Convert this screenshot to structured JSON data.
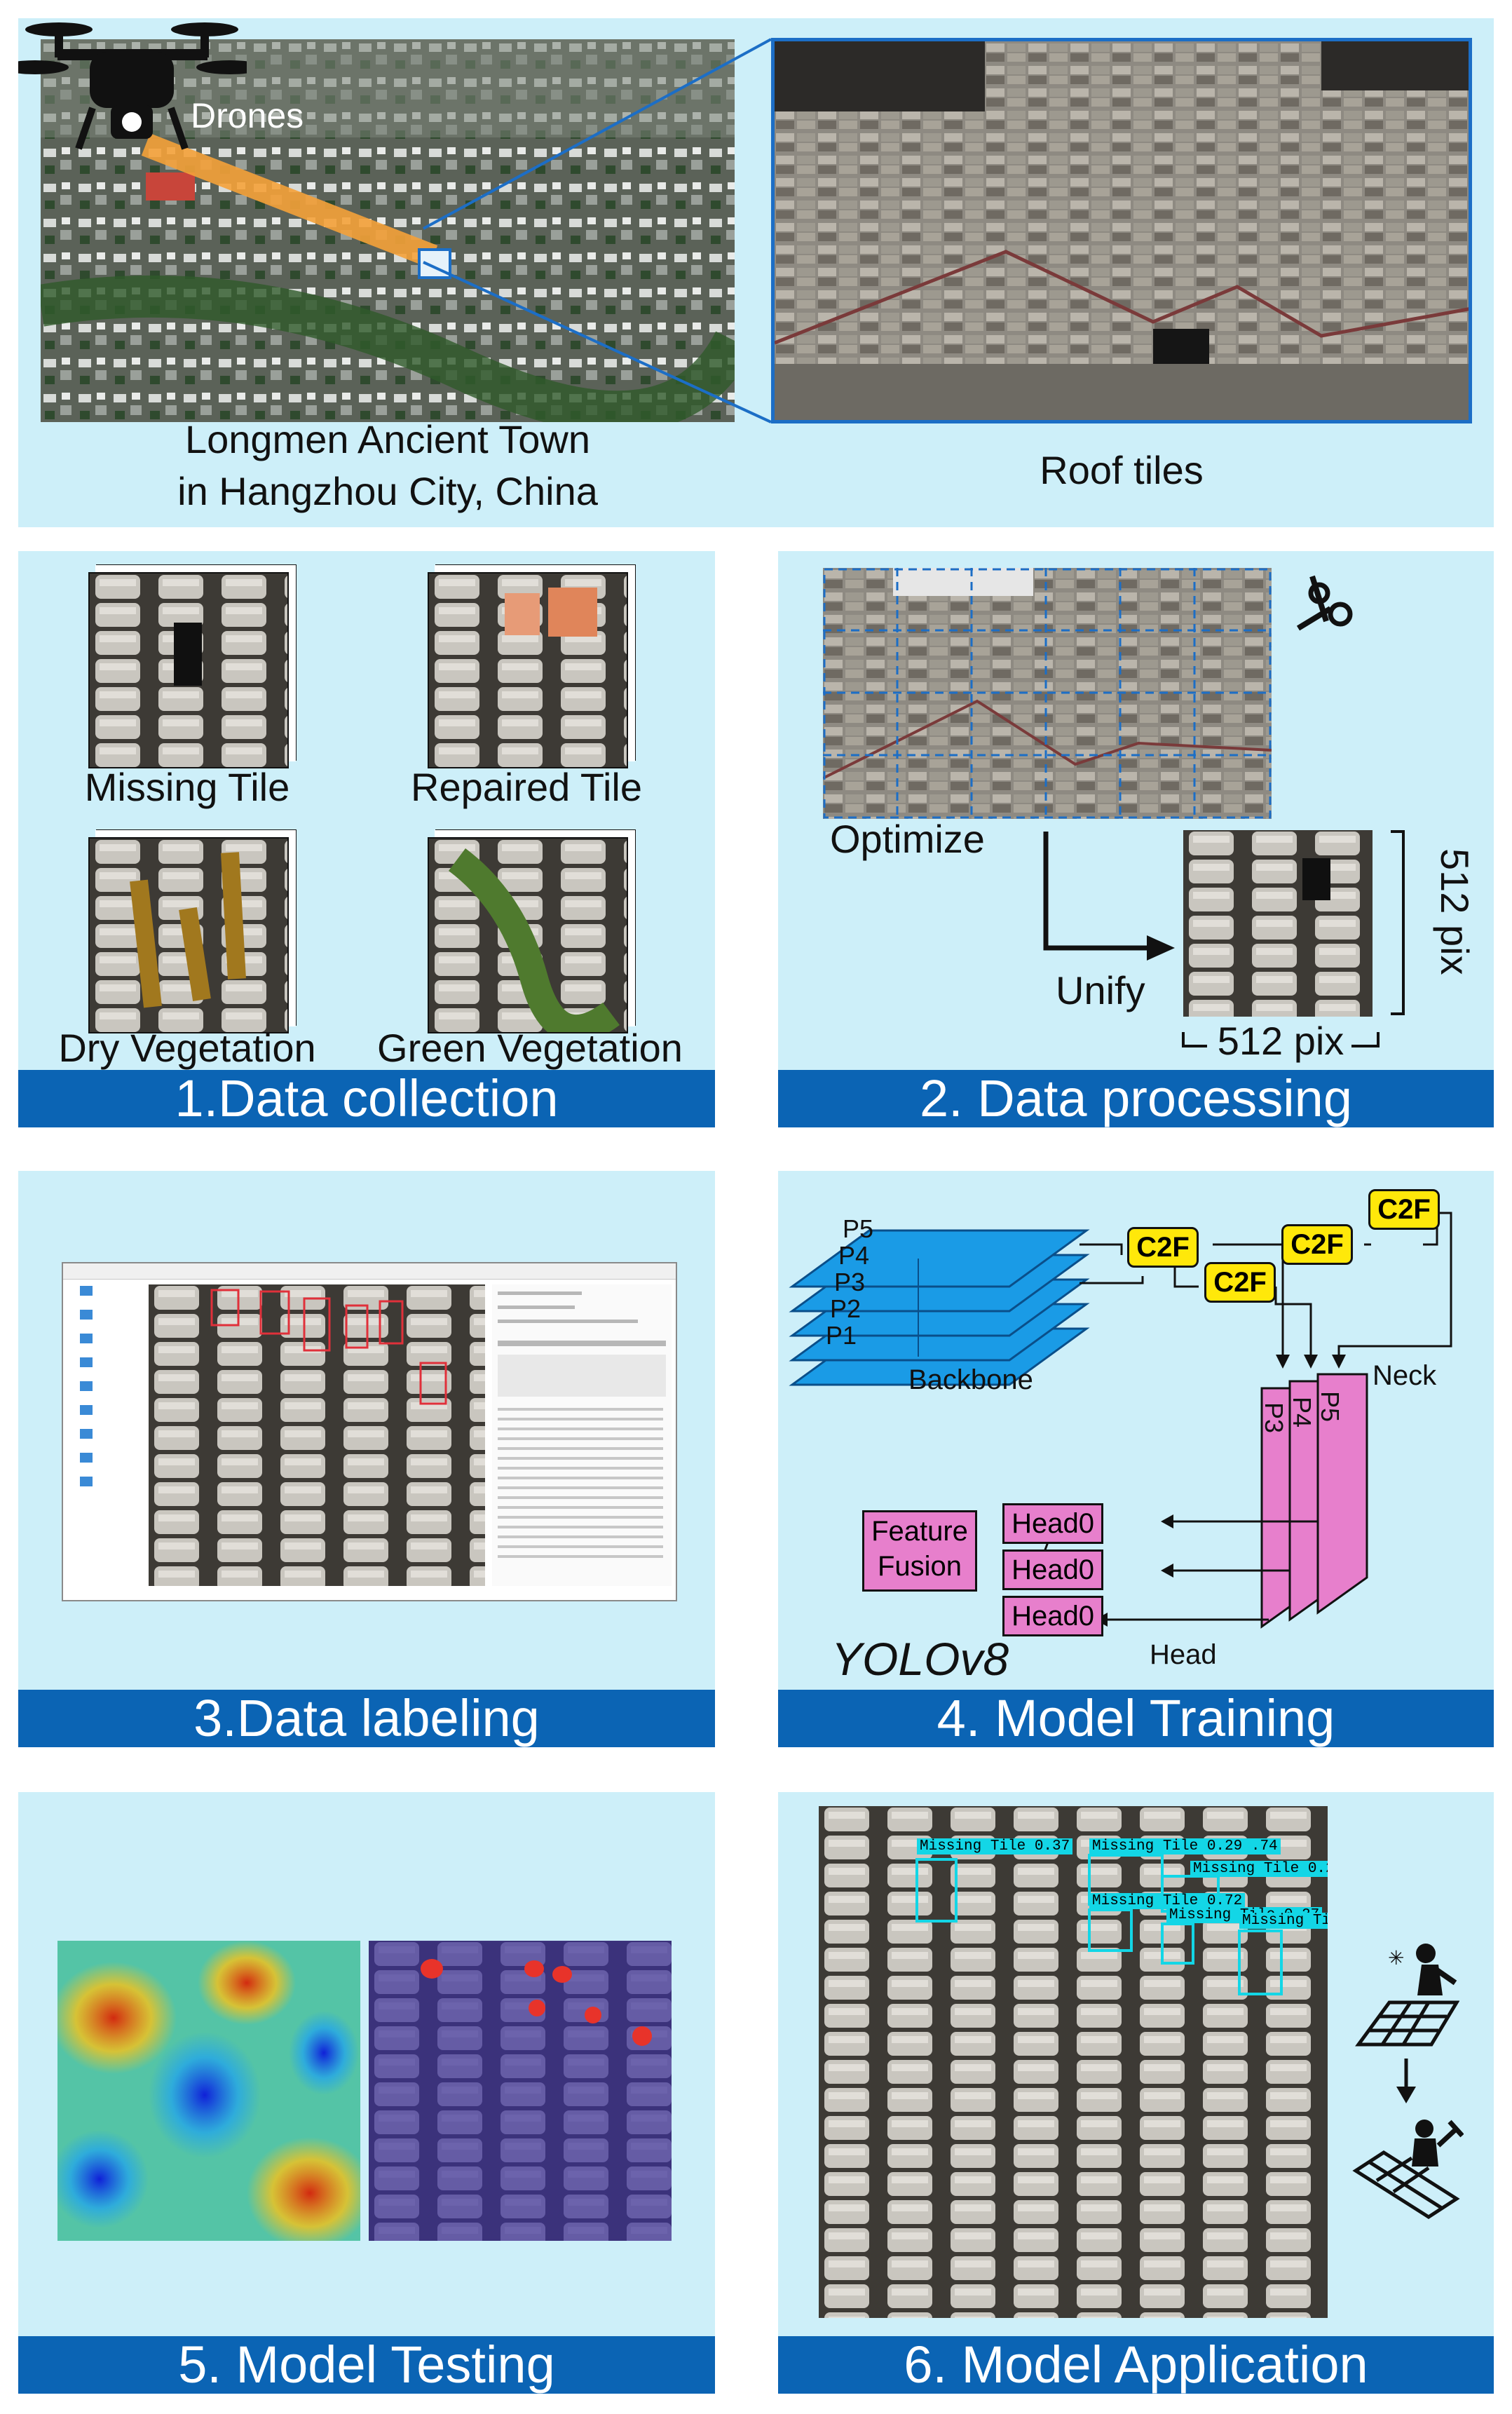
{
  "overview": {
    "drone_label": "Drones",
    "location_line1": "Longmen Ancient Town",
    "location_line2": "in Hangzhou City, China",
    "zoom_label": "Roof tiles"
  },
  "step1": {
    "title": "1.Data collection",
    "categories": [
      "Missing Tile",
      "Repaired Tile",
      "Dry Vegetation",
      "Green Vegetation"
    ]
  },
  "step2": {
    "title": "2. Data processing",
    "optimize_label": "Optimize",
    "unify_label": "Unify",
    "width_label": "512 pix",
    "height_label": "512 pix"
  },
  "step3": {
    "title": "3.Data labeling"
  },
  "step4": {
    "title": "4. Model Training",
    "backbone_label": "Backbone",
    "backbone_layers": [
      "P5",
      "P4",
      "P3",
      "P2",
      "P1"
    ],
    "neck_label": "Neck",
    "neck_layers": [
      "P3",
      "P4",
      "P5"
    ],
    "c2f_label": "C2F",
    "head_label": "Head",
    "head_box_label": "Head0",
    "fusion_line1": "Feature",
    "fusion_line2": "Fusion",
    "model_name": "YOLOv8"
  },
  "step5": {
    "title": "5. Model Testing"
  },
  "step6": {
    "title": "6. Model Application",
    "detections": [
      "Missing Tile 0.37",
      "Missing Tile 0.29 .74",
      "Missing Tile 0.2",
      "Missing Tile 0.72",
      "Missing Tile 0.27",
      "Missing Ti"
    ]
  },
  "colors": {
    "panel_bg": "#cdeff9",
    "banner": "#0b64b4",
    "backbone": "#1a9be6",
    "neck_head": "#e77fcc",
    "c2f": "#ffe80a",
    "drone_beam": "#f5a23a",
    "detection_box": "#13d6e6"
  }
}
